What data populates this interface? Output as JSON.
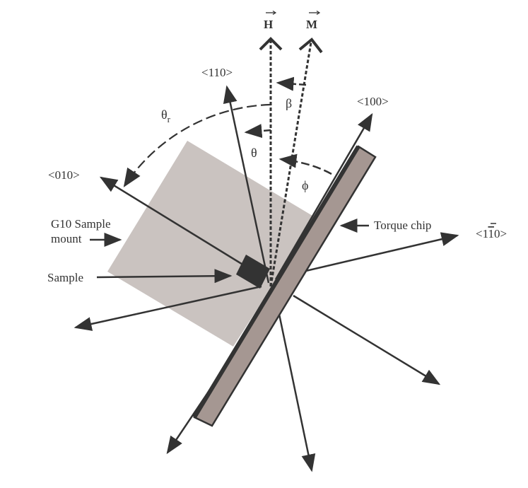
{
  "labels": {
    "H": "H",
    "M": "M",
    "dir_110": "<110>",
    "dir_100": "<100>",
    "dir_010": "<010>",
    "dir_1bar10_pre": "<1",
    "dir_1bar10_bar": "1",
    "dir_1bar10_post": "0>",
    "theta_r": "θ",
    "theta_r_sub": "r",
    "theta": "θ",
    "beta": "β",
    "phi": "ϕ",
    "g10_line1": "G10 Sample",
    "g10_line2": "mount",
    "sample": "Sample",
    "torque_chip": "Torque chip"
  },
  "colors": {
    "ink": "#333333",
    "mount": "#cac3c0",
    "chip": "#a59792",
    "sample": "#333333"
  }
}
